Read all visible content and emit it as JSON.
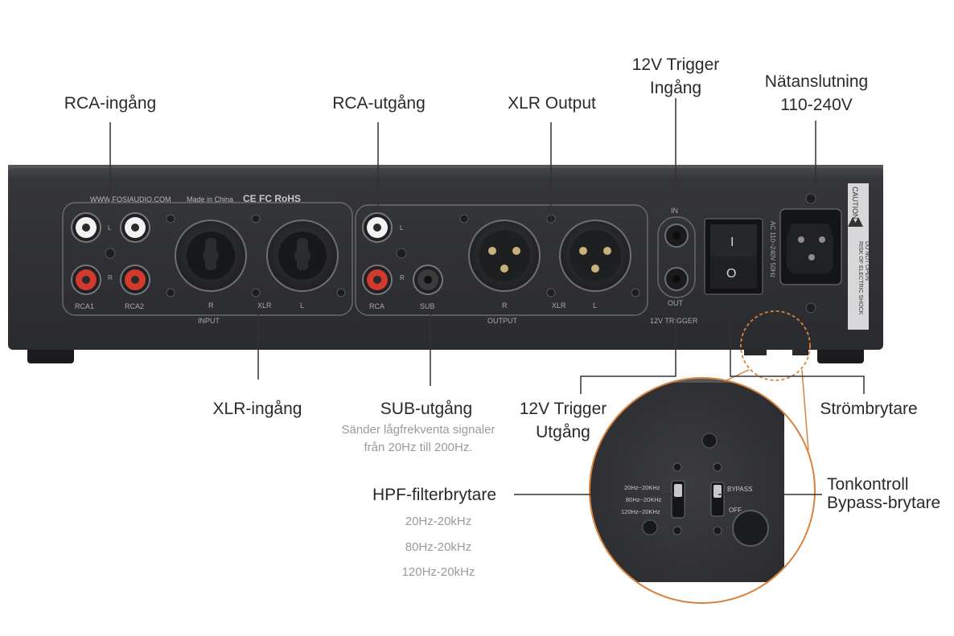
{
  "callouts": {
    "rca_input": "RCA-ingång",
    "rca_output": "RCA-utgång",
    "xlr_output": "XLR Output",
    "trigger_in_line1": "12V Trigger",
    "trigger_in_line2": "Ingång",
    "mains_line1": "Nätanslutning",
    "mains_line2": "110-240V",
    "xlr_input": "XLR-ingång",
    "sub_output": "SUB-utgång",
    "sub_desc_line1": "Sänder lågfrekventa signaler",
    "sub_desc_line2": "från 20Hz till 200Hz.",
    "trigger_out_line1": "12V Trigger",
    "trigger_out_line2": "Utgång",
    "power_switch": "Strömbrytare",
    "hpf_switch": "HPF-filterbrytare",
    "hpf_options": [
      "20Hz-20kHz",
      "80Hz-20kHz",
      "120Hz-20kHz"
    ],
    "tone_line1": "Tonkontroll",
    "tone_line2": "Bypass-brytare"
  },
  "panel": {
    "website": "WWW.FOSIAUDIO.COM",
    "made_in": "Made in China",
    "certs": "CE FC RoHS",
    "rca1": "RCA1",
    "rca2": "RCA2",
    "ch_l": "L",
    "ch_r": "R",
    "xlr": "XLR",
    "input": "INPUT",
    "rca": "RCA",
    "sub": "SUB",
    "output": "OUTPUT",
    "trig_in": "IN",
    "trig_out": "OUT",
    "trigger": "12V TRIGGER",
    "ac_rating": "AC 110~240V 50Hz",
    "caution": "CAUTION",
    "warning_line1": "RISK OF ELECTRIC SHOCK",
    "warning_line2": "DO NOT OPEN",
    "power_on": "I",
    "power_off": "O"
  },
  "zoom": {
    "hpf_20": "20Hz~20KHz",
    "hpf_80": "80Hz~20KHz",
    "hpf_120": "120Hz~20KHz",
    "bypass": "BYPASS",
    "off": "OFF"
  },
  "colors": {
    "chassis": "#2f3034",
    "accent_orange": "#d9823c",
    "rca_white": "#f2f2f2",
    "rca_red": "#d23a2e"
  }
}
